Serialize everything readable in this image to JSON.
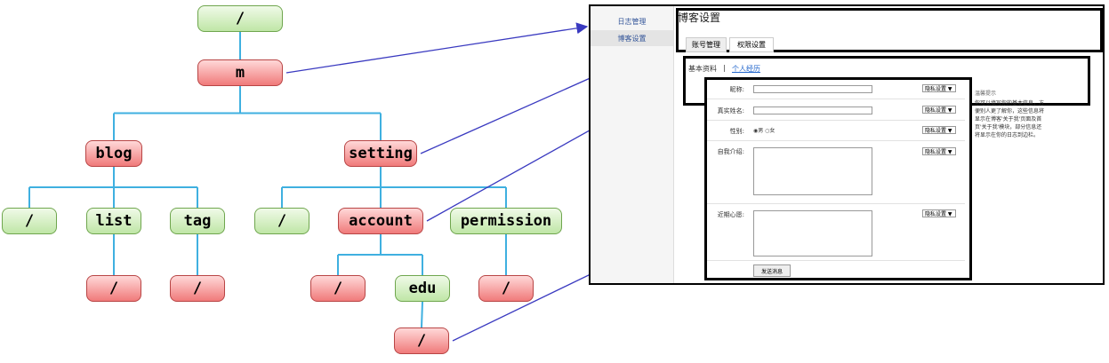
{
  "tree": {
    "nodes": [
      {
        "id": "root",
        "label": "/",
        "color": "green"
      },
      {
        "id": "m",
        "label": "m",
        "color": "red"
      },
      {
        "id": "blog",
        "label": "blog",
        "color": "red"
      },
      {
        "id": "setting",
        "label": "setting",
        "color": "red"
      },
      {
        "id": "blog_root",
        "label": "/",
        "color": "green"
      },
      {
        "id": "list",
        "label": "list",
        "color": "green"
      },
      {
        "id": "tag",
        "label": "tag",
        "color": "green"
      },
      {
        "id": "setting_root",
        "label": "/",
        "color": "green"
      },
      {
        "id": "account",
        "label": "account",
        "color": "red"
      },
      {
        "id": "permission",
        "label": "permission",
        "color": "green"
      },
      {
        "id": "list_root",
        "label": "/",
        "color": "red"
      },
      {
        "id": "tag_root",
        "label": "/",
        "color": "red"
      },
      {
        "id": "account_root",
        "label": "/",
        "color": "red"
      },
      {
        "id": "edu",
        "label": "edu",
        "color": "green"
      },
      {
        "id": "permission_root",
        "label": "/",
        "color": "red"
      },
      {
        "id": "edu_root",
        "label": "/",
        "color": "red"
      }
    ],
    "edges": [
      [
        "root",
        "m"
      ],
      [
        "m",
        "blog"
      ],
      [
        "m",
        "setting"
      ],
      [
        "blog",
        "blog_root"
      ],
      [
        "blog",
        "list"
      ],
      [
        "blog",
        "tag"
      ],
      [
        "setting",
        "setting_root"
      ],
      [
        "setting",
        "account"
      ],
      [
        "setting",
        "permission"
      ],
      [
        "list",
        "list_root"
      ],
      [
        "tag",
        "tag_root"
      ],
      [
        "account",
        "account_root"
      ],
      [
        "account",
        "edu"
      ],
      [
        "permission",
        "permission_root"
      ],
      [
        "edu",
        "edu_root"
      ]
    ],
    "edge_color": "#3fb0e0",
    "arrow_color": "#3a3ac0"
  },
  "screenshot": {
    "sidebar": [
      "日志管理",
      "博客设置"
    ],
    "title": "博客设置",
    "tabs": [
      "账号管理",
      "权限设置"
    ],
    "subtabs": [
      "基本资料",
      "|",
      "个人经历"
    ],
    "form": {
      "labels": [
        "昵称:",
        "真实姓名:",
        "性别:",
        "自我介绍:",
        "近期心愿:"
      ],
      "privacy": "隐私设置 ▼",
      "gender": [
        "男",
        "女"
      ],
      "submit": "发送消息"
    },
    "tip_title": "温馨提示",
    "tip_text": "你可以填写你的基本信息，方便别人更了解你，这些信息将显示在博客'关于我'页面及首页'关于我'模块，部分信息还将显示在你的日志到边栏。"
  }
}
